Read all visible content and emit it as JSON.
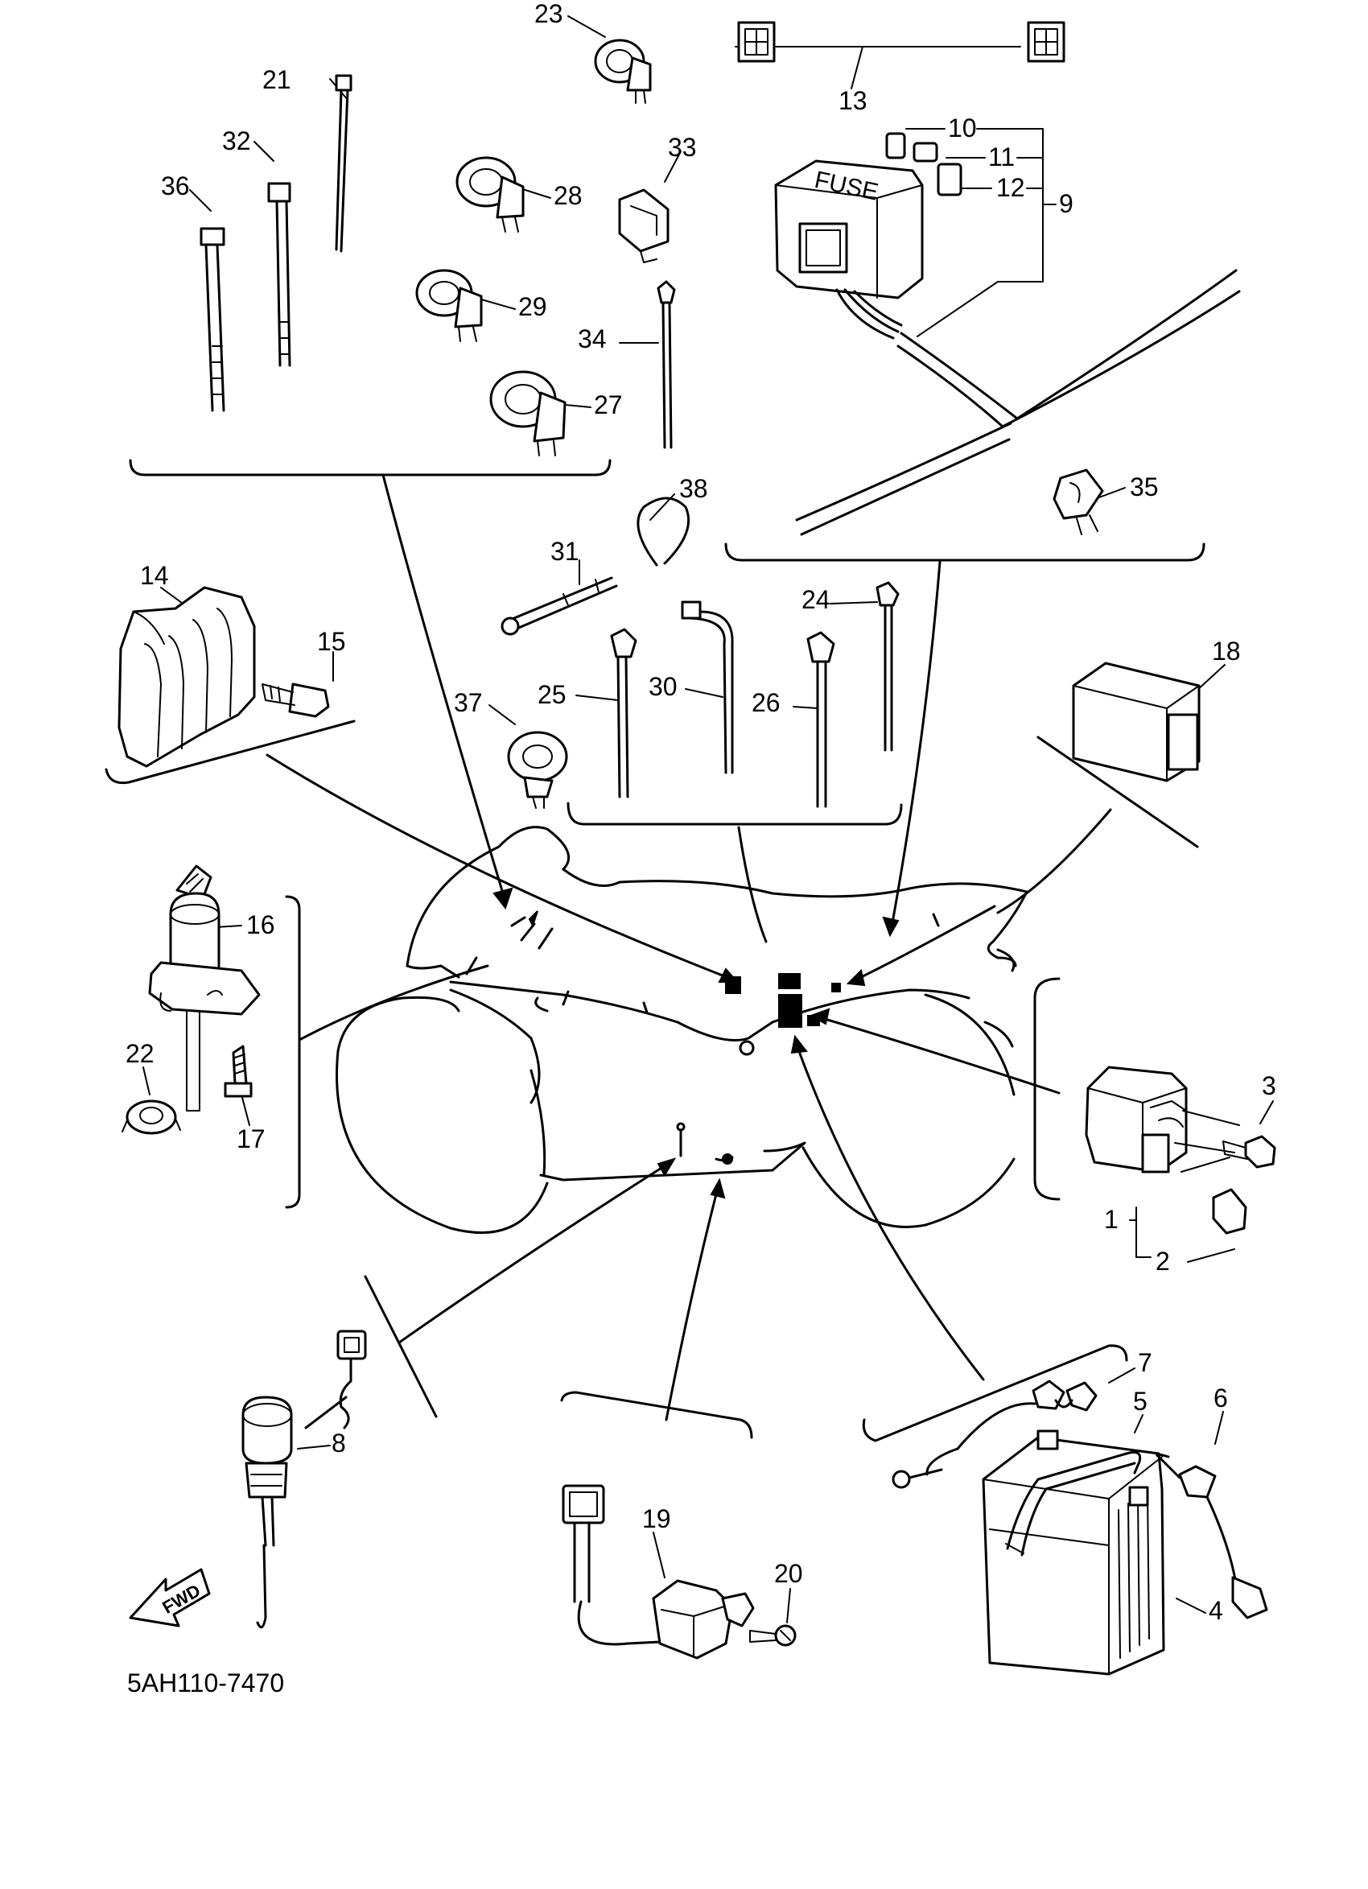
{
  "drawing_code": "5AH110-7470",
  "fuse_box_text": "FUSE",
  "fwd_arrow_text": "FWD",
  "callouts": [
    {
      "id": "c1",
      "label": "1"
    },
    {
      "id": "c2",
      "label": "2"
    },
    {
      "id": "c3",
      "label": "3"
    },
    {
      "id": "c4",
      "label": "4"
    },
    {
      "id": "c5",
      "label": "5"
    },
    {
      "id": "c6",
      "label": "6"
    },
    {
      "id": "c7",
      "label": "7"
    },
    {
      "id": "c8",
      "label": "8"
    },
    {
      "id": "c9",
      "label": "9"
    },
    {
      "id": "c10",
      "label": "10"
    },
    {
      "id": "c11",
      "label": "11"
    },
    {
      "id": "c12",
      "label": "12"
    },
    {
      "id": "c13",
      "label": "13"
    },
    {
      "id": "c14",
      "label": "14"
    },
    {
      "id": "c15",
      "label": "15"
    },
    {
      "id": "c16",
      "label": "16"
    },
    {
      "id": "c17",
      "label": "17"
    },
    {
      "id": "c18",
      "label": "18"
    },
    {
      "id": "c19",
      "label": "19"
    },
    {
      "id": "c20",
      "label": "20"
    },
    {
      "id": "c21",
      "label": "21"
    },
    {
      "id": "c22",
      "label": "22"
    },
    {
      "id": "c23",
      "label": "23"
    },
    {
      "id": "c24",
      "label": "24"
    },
    {
      "id": "c25",
      "label": "25"
    },
    {
      "id": "c26",
      "label": "26"
    },
    {
      "id": "c27",
      "label": "27"
    },
    {
      "id": "c28",
      "label": "28"
    },
    {
      "id": "c29",
      "label": "29"
    },
    {
      "id": "c30",
      "label": "30"
    },
    {
      "id": "c31",
      "label": "31"
    },
    {
      "id": "c32",
      "label": "32"
    },
    {
      "id": "c33",
      "label": "33"
    },
    {
      "id": "c34",
      "label": "34"
    },
    {
      "id": "c35",
      "label": "35"
    },
    {
      "id": "c36",
      "label": "36"
    },
    {
      "id": "c37",
      "label": "37"
    },
    {
      "id": "c38",
      "label": "38"
    }
  ]
}
